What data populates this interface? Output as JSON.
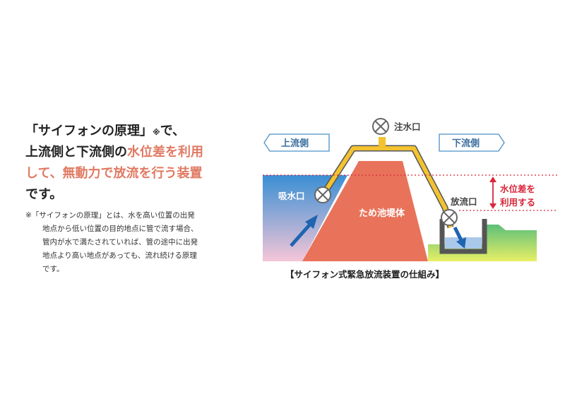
{
  "heading": {
    "line1_text": "「サイフォンの原理」",
    "line1_mark": "※",
    "line1_suffix": "で、",
    "line2_text": "上流側と下流側の",
    "line2_highlight": "水位差を利用",
    "line3_highlight": "して、無動力で放流を行う装置",
    "line4_text": "です。"
  },
  "note": {
    "lines": [
      "※「サイフォンの原理」とは、水を高い位置の出発",
      "地点から低い位置の目的地点に管で流す場合、",
      "管内が水で満たされていれば、管の途中に出発",
      "地点より高い地点があっても、流れ続ける原理",
      "です。"
    ]
  },
  "diagram": {
    "upstream_label": "上流側",
    "downstream_label": "下流側",
    "inlet_valve_label": "注水口",
    "intake_label": "吸水口",
    "outlet_label": "放流口",
    "embankment_label": "ため池堤体",
    "level_diff_line1": "水位差を",
    "level_diff_line2": "利用する",
    "colors": {
      "embankment": "#e8735a",
      "pipe_yellow": "#f2c230",
      "pipe_gray": "#555555",
      "water_top": "#3a8fd4",
      "water_bottom": "#f5c6d8",
      "grass_top": "#5cbf7a",
      "grass_bottom": "#e8ef66",
      "arrow_blue": "#1f64b0",
      "level_red": "#d9263a",
      "label_blue": "#3a6e9e",
      "label_dark": "#444444"
    }
  },
  "caption": "【サイフォン式緊急放流装置の仕組み】"
}
